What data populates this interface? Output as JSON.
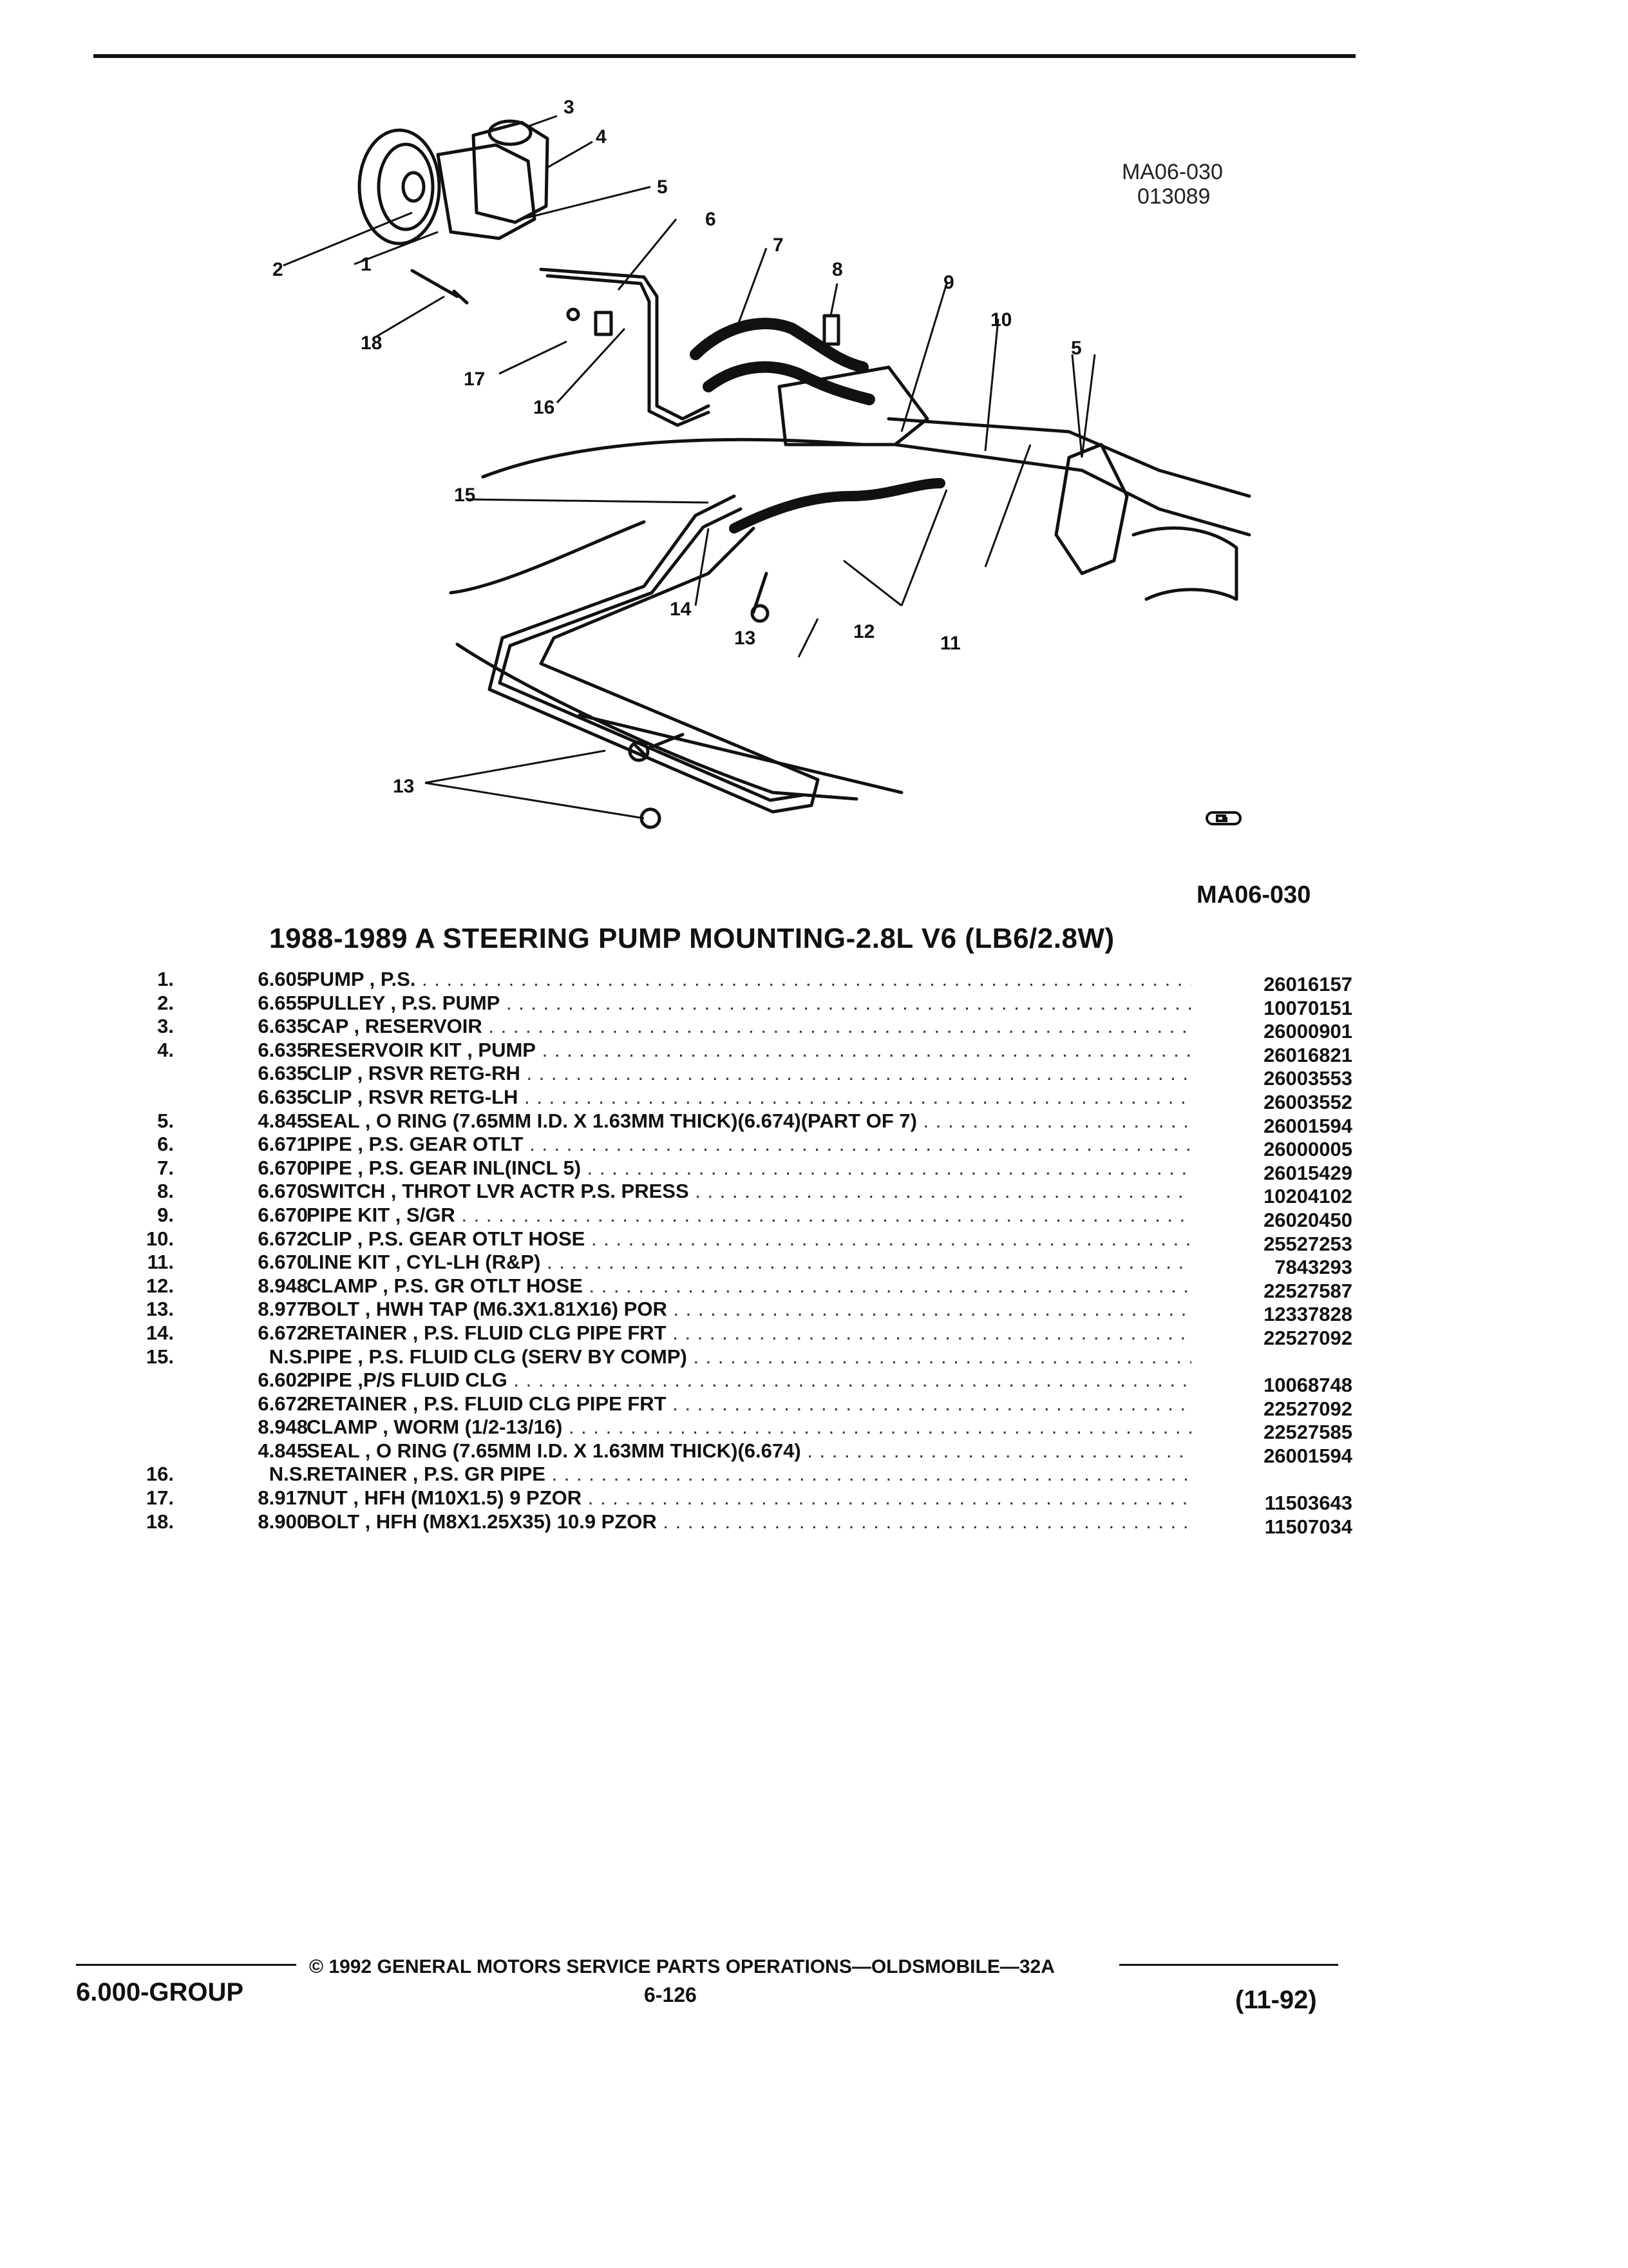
{
  "figure": {
    "code_line1": "MA06-030",
    "code_line2": "013089",
    "reference": "MA06-030",
    "callouts": [
      "1",
      "2",
      "3",
      "4",
      "5",
      "5",
      "6",
      "7",
      "8",
      "9",
      "10",
      "11",
      "12",
      "13",
      "13",
      "14",
      "15",
      "16",
      "17",
      "18"
    ]
  },
  "title": "1988-1989 A STEERING PUMP MOUNTING-2.8L V6 (LB6/2.8W)",
  "parts": [
    {
      "num": "1.",
      "group": "6.605",
      "desc": "PUMP , P.S.",
      "part": "26016157"
    },
    {
      "num": "2.",
      "group": "6.655",
      "desc": "PULLEY , P.S. PUMP",
      "part": "10070151"
    },
    {
      "num": "3.",
      "group": "6.635",
      "desc": "CAP , RESERVOIR",
      "part": "26000901"
    },
    {
      "num": "4.",
      "group": "6.635",
      "desc": "RESERVOIR KIT , PUMP",
      "part": "26016821"
    },
    {
      "num": "",
      "group": "6.635",
      "desc": "CLIP , RSVR RETG-RH",
      "part": "26003553"
    },
    {
      "num": "",
      "group": "6.635",
      "desc": "CLIP , RSVR RETG-LH",
      "part": "26003552"
    },
    {
      "num": "5.",
      "group": "4.845",
      "desc": "SEAL , O RING (7.65MM I.D. X 1.63MM THICK)(6.674)(PART OF 7)",
      "part": "26001594"
    },
    {
      "num": "6.",
      "group": "6.671",
      "desc": "PIPE , P.S. GEAR OTLT",
      "part": "26000005"
    },
    {
      "num": "7.",
      "group": "6.670",
      "desc": "PIPE , P.S. GEAR INL(INCL 5)",
      "part": "26015429"
    },
    {
      "num": "8.",
      "group": "6.670",
      "desc": "SWITCH , THROT LVR ACTR P.S. PRESS",
      "part": "10204102"
    },
    {
      "num": "9.",
      "group": "6.670",
      "desc": "PIPE KIT , S/GR",
      "part": "26020450"
    },
    {
      "num": "10.",
      "group": "6.672",
      "desc": "CLIP , P.S. GEAR OTLT HOSE",
      "part": "25527253"
    },
    {
      "num": "11.",
      "group": "6.670",
      "desc": "LINE KIT , CYL-LH (R&P)",
      "part": "7843293"
    },
    {
      "num": "12.",
      "group": "8.948",
      "desc": "CLAMP , P.S. GR OTLT HOSE",
      "part": "22527587"
    },
    {
      "num": "13.",
      "group": "8.977",
      "desc": "BOLT , HWH TAP (M6.3X1.81X16) POR",
      "part": "12337828"
    },
    {
      "num": "14.",
      "group": "6.672",
      "desc": "RETAINER , P.S. FLUID CLG PIPE FRT",
      "part": "22527092"
    },
    {
      "num": "15.",
      "group": "N.S.",
      "desc": "PIPE , P.S. FLUID CLG (SERV BY COMP)",
      "part": ""
    },
    {
      "num": "",
      "group": "6.602",
      "desc": "PIPE ,P/S FLUID CLG",
      "part": "10068748"
    },
    {
      "num": "",
      "group": "6.672",
      "desc": "RETAINER , P.S. FLUID CLG PIPE FRT",
      "part": "22527092"
    },
    {
      "num": "",
      "group": "8.948",
      "desc": "CLAMP , WORM (1/2-13/16)",
      "part": "22527585"
    },
    {
      "num": "",
      "group": "4.845",
      "desc": "SEAL , O RING (7.65MM I.D. X 1.63MM THICK)(6.674)",
      "part": "26001594"
    },
    {
      "num": "16.",
      "group": "N.S.",
      "desc": "RETAINER , P.S. GR PIPE",
      "part": ""
    },
    {
      "num": "17.",
      "group": "8.917",
      "desc": "NUT , HFH (M10X1.5) 9 PZOR",
      "part": "11503643"
    },
    {
      "num": "18.",
      "group": "8.900",
      "desc": "BOLT , HFH (M8X1.25X35) 10.9 PZOR",
      "part": "11507034"
    }
  ],
  "footer": {
    "copyright": "© 1992 GENERAL MOTORS SERVICE PARTS OPERATIONS—OLDSMOBILE—32A",
    "group_label": "6.000-GROUP",
    "page_number": "6-126",
    "date_code": "(11-92)"
  }
}
